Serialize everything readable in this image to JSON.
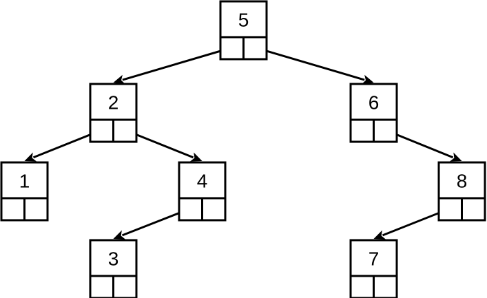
{
  "tree": {
    "nodes": [
      {
        "id": "n5",
        "value": "5"
      },
      {
        "id": "n2",
        "value": "2"
      },
      {
        "id": "n6",
        "value": "6"
      },
      {
        "id": "n1",
        "value": "1"
      },
      {
        "id": "n4",
        "value": "4"
      },
      {
        "id": "n8",
        "value": "8"
      },
      {
        "id": "n3",
        "value": "3"
      },
      {
        "id": "n7",
        "value": "7"
      }
    ],
    "edges": [
      {
        "from": "n5",
        "to": "n2",
        "side": "left"
      },
      {
        "from": "n5",
        "to": "n6",
        "side": "right"
      },
      {
        "from": "n2",
        "to": "n1",
        "side": "left"
      },
      {
        "from": "n2",
        "to": "n4",
        "side": "right"
      },
      {
        "from": "n6",
        "to": "n8",
        "side": "right"
      },
      {
        "from": "n4",
        "to": "n3",
        "side": "left"
      },
      {
        "from": "n8",
        "to": "n7",
        "side": "left"
      }
    ]
  }
}
